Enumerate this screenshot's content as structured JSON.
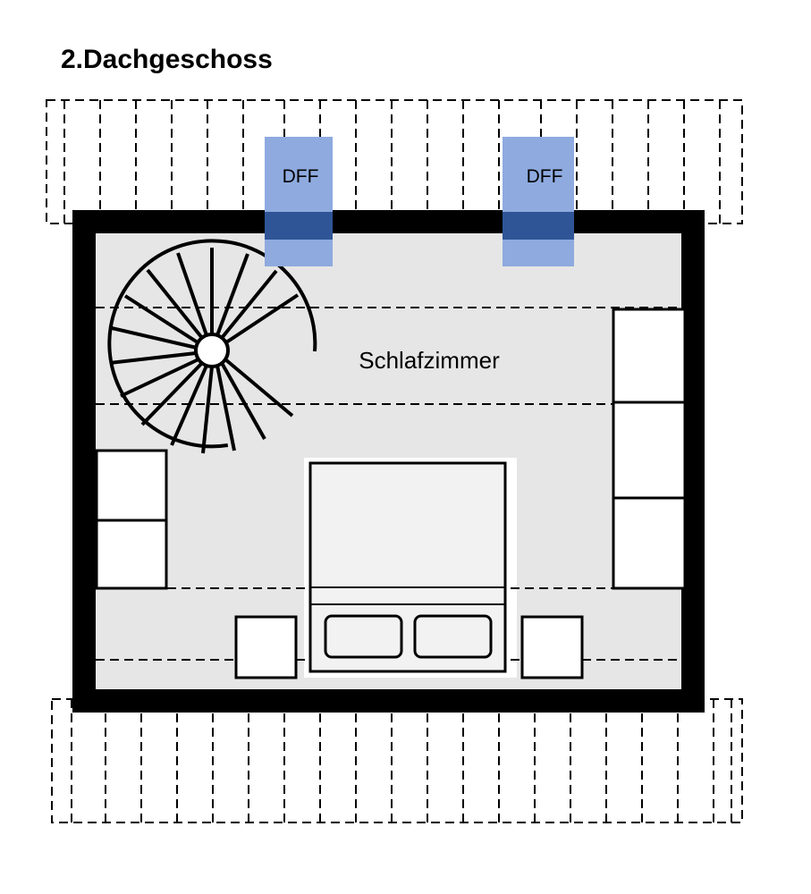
{
  "title": "2.Dachgeschoss",
  "room": {
    "label": "Schlafzimmer"
  },
  "windows": [
    {
      "label": "DFF"
    },
    {
      "label": "DFF"
    }
  ],
  "colors": {
    "wall": "#000000",
    "floor": "#e6e6e6",
    "window_fill": "#8eaadf",
    "window_overlap": "#2f5597",
    "bed_fill": "#f2f2f2",
    "furniture_fill": "#ffffff"
  }
}
